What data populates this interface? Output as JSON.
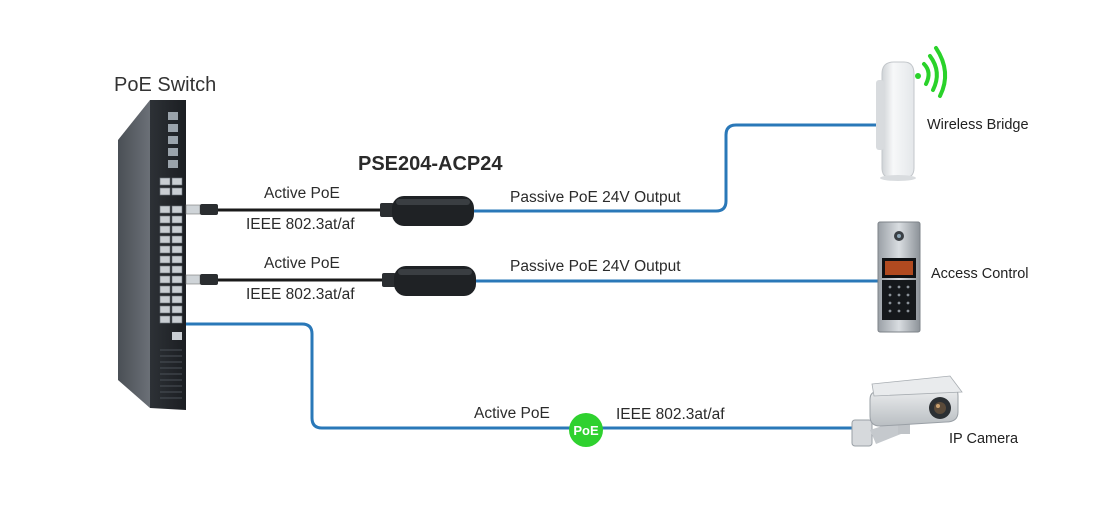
{
  "switch": {
    "title": "PoE Switch"
  },
  "injector": {
    "model": "PSE204-ACP24"
  },
  "links": [
    {
      "input_protocol": "Active PoE",
      "input_standard": "IEEE 802.3at/af",
      "output": "Passive PoE 24V Output",
      "device": "Wireless Bridge"
    },
    {
      "input_protocol": "Active PoE",
      "input_standard": "IEEE 802.3at/af",
      "output": "Passive PoE 24V Output",
      "device": "Access Control"
    },
    {
      "input_protocol": "Active PoE",
      "input_standard": "IEEE 802.3at/af",
      "device": "IP Camera"
    }
  ],
  "badge": {
    "label": "PoE"
  },
  "colors": {
    "cable_blue": "#2a78b8",
    "cable_black": "#1a1a1a",
    "badge_green": "#2fd12f",
    "signal_green": "#2ad22a"
  }
}
